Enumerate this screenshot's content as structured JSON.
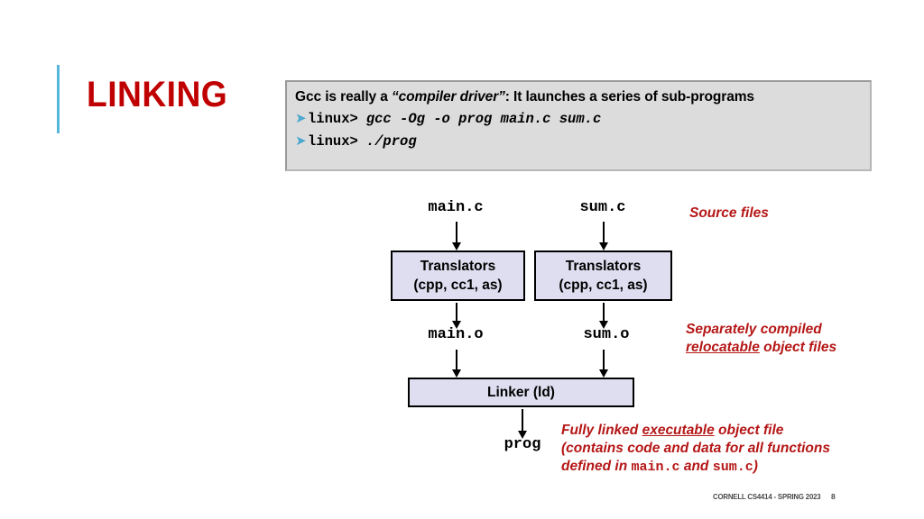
{
  "slide": {
    "title": "LINKING",
    "accent_color": "#56b7da",
    "title_color": "#c00000"
  },
  "callout": {
    "headline_prefix": "Gcc is really a ",
    "headline_quoted": "“compiler driver”",
    "headline_suffix": ":  It launches a series of sub-programs",
    "bullet_glyph": "➤",
    "commands": [
      {
        "prompt": "linux>",
        "text": "gcc -Og -o prog main.c sum.c"
      },
      {
        "prompt": "linux>",
        "text": "./prog"
      }
    ]
  },
  "diagram": {
    "source_files": [
      {
        "name": "main.c"
      },
      {
        "name": "sum.c"
      }
    ],
    "translator_boxes": [
      {
        "line1": "Translators",
        "line2": "(cpp, cc1, as)"
      },
      {
        "line1": "Translators",
        "line2": "(cpp, cc1, as)"
      }
    ],
    "object_files": [
      {
        "name": "main.o"
      },
      {
        "name": "sum.o"
      }
    ],
    "linker": {
      "label": "Linker (ld)"
    },
    "executable": {
      "name": "prog"
    },
    "box_fill": "#dedef0",
    "box_border": "#000000"
  },
  "annotations": {
    "source_files": "Source files",
    "relocatable_line1_a": "Separately compiled",
    "relocatable_line2_u": "relocatable",
    "relocatable_line2_b": " object files",
    "executable_line1_a": "Fully linked ",
    "executable_line1_u": "executable",
    "executable_line1_b": " object file",
    "executable_line2": "(contains code and data for all functions",
    "executable_line3_a": "defined in ",
    "executable_line3_m1": "main.c",
    "executable_line3_b": " and ",
    "executable_line3_m2": "sum.c",
    "executable_line3_c": ")",
    "color": "#b51616"
  },
  "footer": {
    "course": "CORNELL CS4414 - SPRING 2023",
    "page_number": "8"
  }
}
